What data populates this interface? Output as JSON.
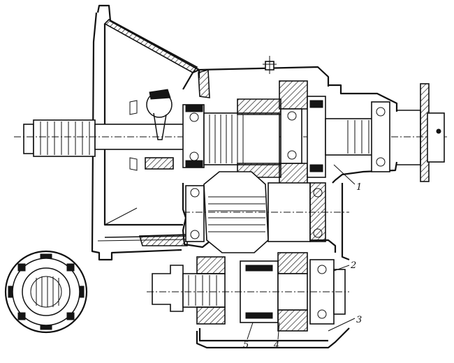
{
  "callouts": {
    "c1": "1",
    "c2": "2",
    "c3": "3",
    "c4": "4",
    "c5": "5"
  },
  "colors": {
    "ink": "#111111",
    "paper": "#ffffff"
  }
}
